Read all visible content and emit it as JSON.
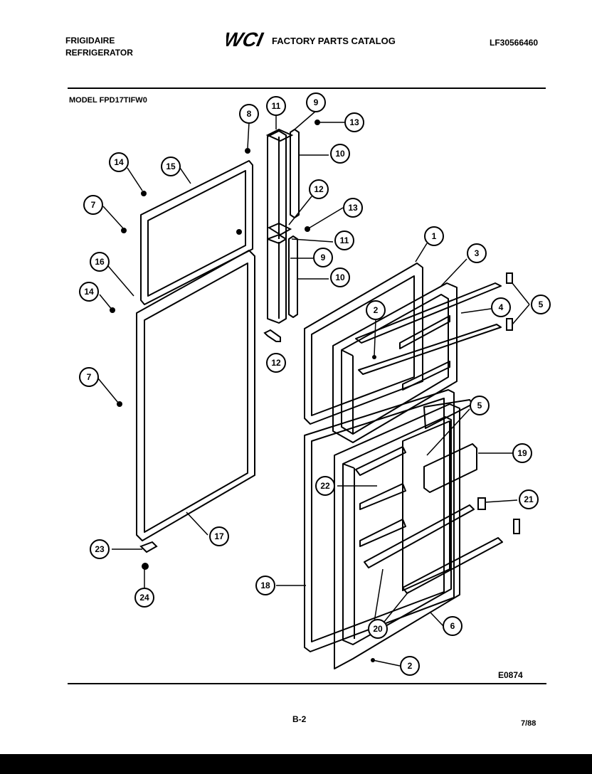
{
  "header": {
    "brand_line1": "FRIGIDAIRE",
    "brand_line2": "REFRIGERATOR",
    "catalog_title": "FACTORY PARTS CATALOG",
    "catalog_number": "LF30566460",
    "logo_text": "WCI"
  },
  "model": "MODEL FPD17TIFW0",
  "diagram_code": "E0874",
  "page_number": "B-2",
  "date": "7/88",
  "callouts": [
    "1",
    "2",
    "3",
    "4",
    "5",
    "6",
    "7",
    "8",
    "9",
    "10",
    "11",
    "12",
    "13",
    "14",
    "15",
    "16",
    "17",
    "18",
    "19",
    "20",
    "21",
    "22",
    "23",
    "24"
  ]
}
